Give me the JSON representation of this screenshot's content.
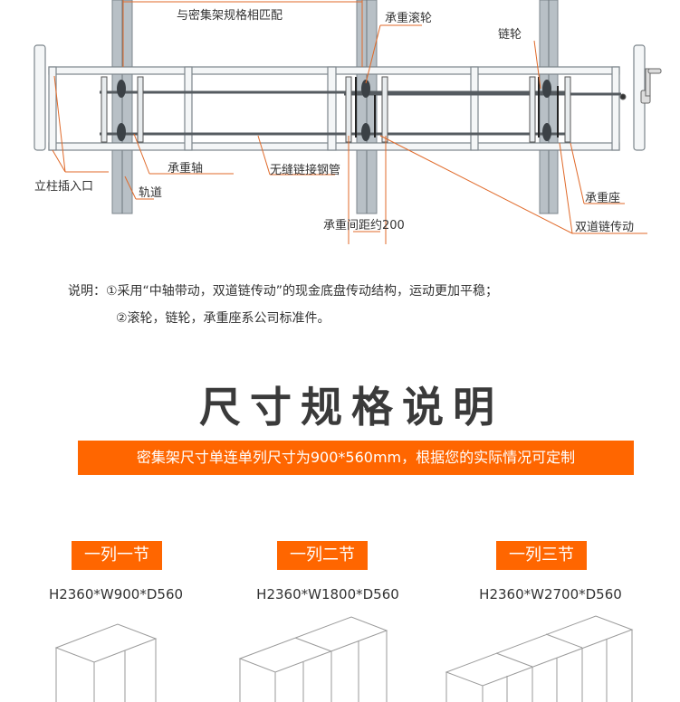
{
  "diagram": {
    "labels": {
      "match_spec": "与密集架规格相匹配",
      "load_roller": "承重滚轮",
      "sprocket": "链轮",
      "load_axle": "承重轴",
      "seamless_tube": "无缝链接钢管",
      "post_socket": "立柱插入口",
      "track": "轨道",
      "load_seat": "承重座",
      "load_spacing": "承重间距约200",
      "double_chain": "双道链传动"
    },
    "accent_color": "#e06a2a"
  },
  "notes": {
    "line1": "说明：①采用“中轴带动，双道链传动”的现金底盘传动结构，运动更加平稳；",
    "line2": "②滚轮，链轮，承重座系公司标准件。"
  },
  "section": {
    "title": "尺寸规格说明",
    "banner": "密集架尺寸单连单列尺寸为900*560mm，根据您的实际情况可定制",
    "banner_color": "#ff6600"
  },
  "sizes": [
    {
      "tag": "一列一节",
      "dims": "H2360*W900*D560"
    },
    {
      "tag": "一列二节",
      "dims": "H2360*W1800*D560"
    },
    {
      "tag": "一列三节",
      "dims": "H2360*W2700*D560"
    }
  ]
}
